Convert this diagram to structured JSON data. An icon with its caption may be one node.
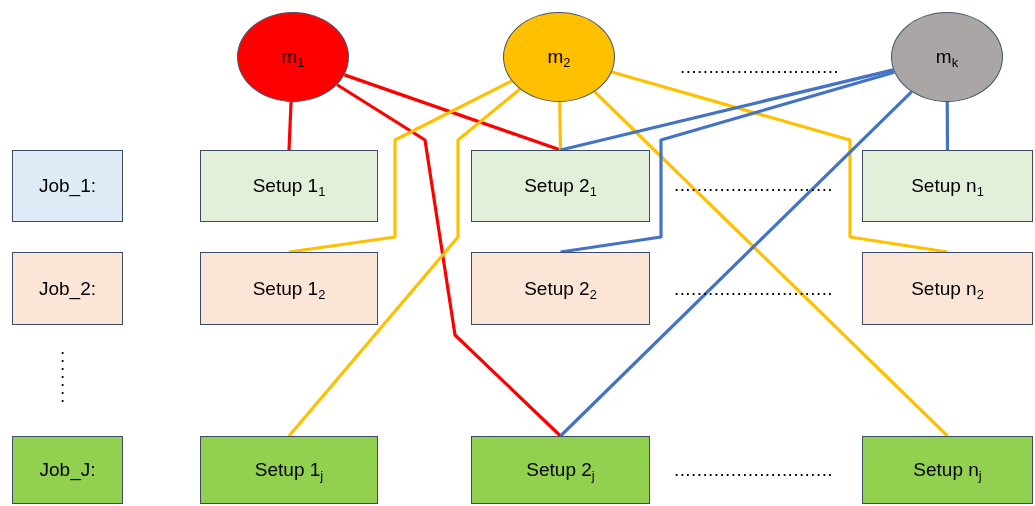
{
  "diagram": {
    "nodes": [
      {
        "text": [
          "m$_{1}$"
        ]
      },
      {
        "text": [
          "m$_{2}$"
        ]
      },
      {
        "text": [
          "m$_{k}$"
        ]
      },
      {
        "text": [
          "Job_1:"
        ]
      },
      {
        "text": [
          "Setup 1$_{1}$"
        ]
      },
      {
        "text": [
          "Setup 2$_{1}$"
        ]
      },
      {
        "text": [
          "Setup n$_{1}$"
        ]
      },
      {
        "text": [
          "Job_2:"
        ]
      },
      {
        "text": [
          "Setup 1$_{2}$"
        ]
      },
      {
        "text": [
          "Setup 2$_{2}$"
        ]
      },
      {
        "text": [
          "Setup n$_{2}$"
        ]
      },
      {
        "text": [
          "Job_J:"
        ]
      },
      {
        "text": [
          "Setup 1$_{j}$"
        ]
      },
      {
        "text": [
          "Setup 2$_{j}$"
        ]
      },
      {
        "text": [
          "Setup n$_{j}$"
        ]
      }
    ],
    "edges": [
      {
        "from": 0,
        "to": 4,
        "arrow": "none",
        "color": "#ff0000"
      },
      {
        "from": 0,
        "to": 5,
        "arrow": "none",
        "color": "#ff0000"
      },
      {
        "from": 0,
        "to": 13,
        "arrow": "none",
        "color": "#ff0000"
      },
      {
        "from": 1,
        "to": 8,
        "arrow": "none",
        "color": "#ffc000"
      },
      {
        "from": 1,
        "to": 12,
        "arrow": "none",
        "color": "#ffc000"
      },
      {
        "from": 1,
        "to": 5,
        "arrow": "none",
        "color": "#ffc000"
      },
      {
        "from": 1,
        "to": 14,
        "arrow": "none",
        "color": "#ffc000"
      },
      {
        "from": 1,
        "to": 10,
        "arrow": "none",
        "color": "#ffc000"
      },
      {
        "from": 2,
        "to": 5,
        "arrow": "none",
        "color": "#4472c4"
      },
      {
        "from": 2,
        "to": 9,
        "arrow": "none",
        "color": "#4472c4"
      },
      {
        "from": 2,
        "to": 13,
        "arrow": "none",
        "color": "#4472c4"
      },
      {
        "from": 2,
        "to": 6,
        "arrow": "none",
        "color": "#4472c4"
      }
    ],
    "labels": [
      "............................",
      "............................",
      "............................",
      ".......",
      "............................"
    ]
  }
}
